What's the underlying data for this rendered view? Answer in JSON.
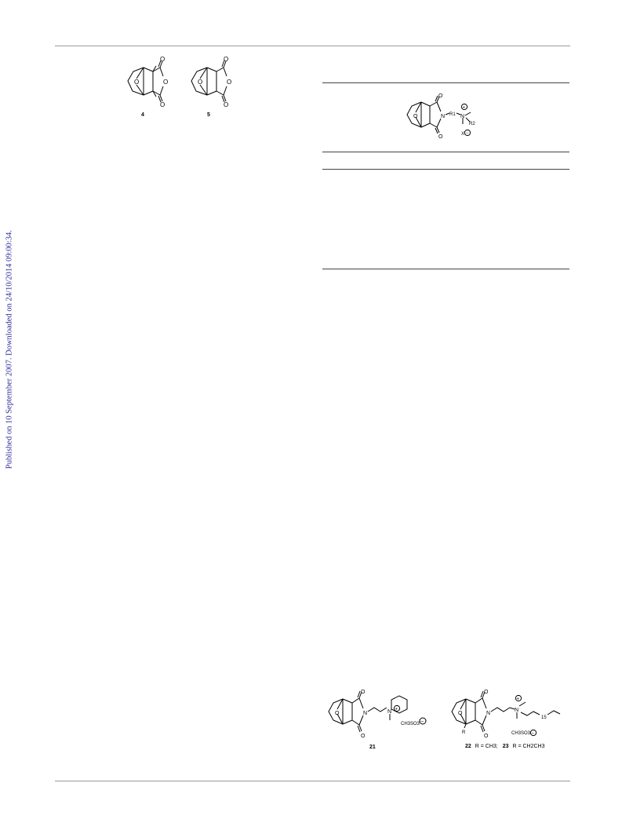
{
  "sidebar_notice": "Published on 10 September 2007. Downloaded on 24/10/2014 09:00:34.",
  "figure_top": {
    "compounds": [
      {
        "label": "4",
        "atom_labels": [
          "O",
          "O",
          "O",
          "O"
        ]
      },
      {
        "label": "5",
        "atom_labels": [
          "O",
          "O",
          "O",
          "O"
        ]
      }
    ]
  },
  "table_scheme": {
    "atom_labels": {
      "o_bridge": "O",
      "o_top": "O",
      "o_bottom": "O",
      "n_imide": "N",
      "r1": "R1",
      "n_plus": "N",
      "r2": "R2",
      "x": "X"
    },
    "charges": {
      "plus": "+",
      "minus": "−"
    }
  },
  "figure_bottom": {
    "compound_21": {
      "label": "21",
      "atom_labels": {
        "o_bridge": "O",
        "o_top": "O",
        "o_bottom": "O",
        "n_imide": "N",
        "n_plus": "N"
      },
      "counterion": "CH3SO3",
      "charges": {
        "plus": "+",
        "minus": "−"
      }
    },
    "compound_22_23": {
      "label_22": "22",
      "caption_22": "R = CH3;",
      "label_23": "23",
      "caption_23": "R = CH2CH3",
      "atom_labels": {
        "o_bridge": "O",
        "o_top": "O",
        "o_bottom": "O",
        "n_imide": "N",
        "n_plus": "N",
        "r": "R",
        "chain": "15"
      },
      "counterion": "CH3SO3",
      "charges": {
        "plus": "+",
        "minus": "−"
      }
    }
  }
}
